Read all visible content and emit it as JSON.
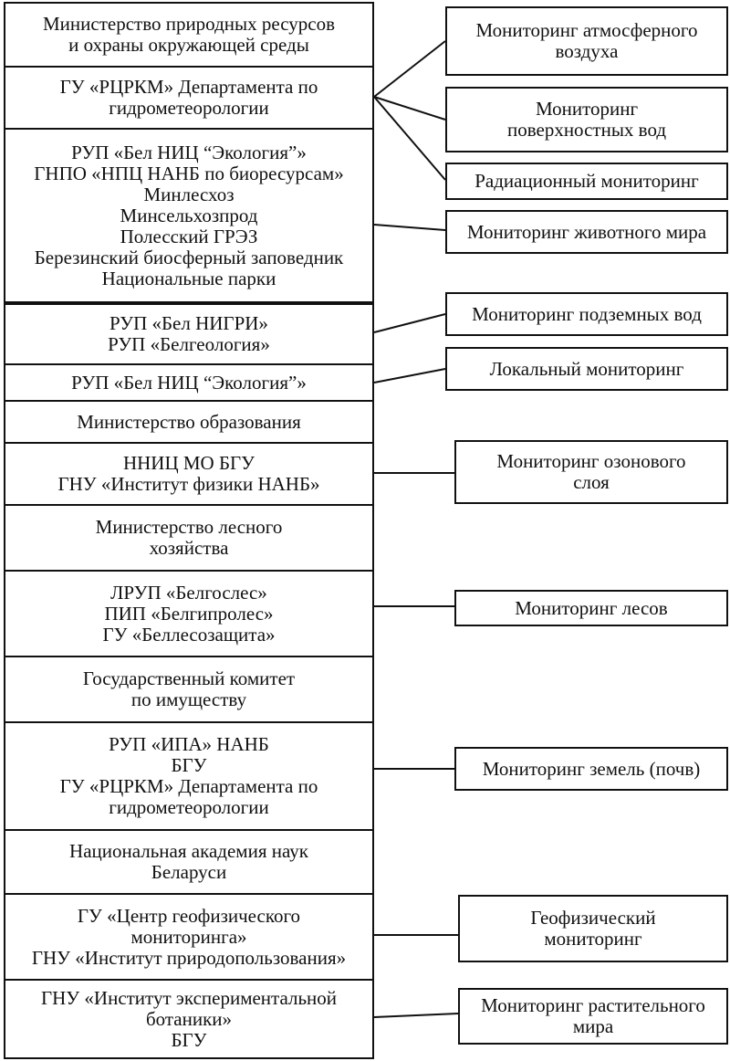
{
  "organizations": [
    {
      "id": "org1",
      "text": "Министерство природных ресурсов\nи охраны окружающей среды"
    },
    {
      "id": "org2",
      "text": "ГУ «РЦРКМ» Департамента по\nгидрометеорологии"
    },
    {
      "id": "org3",
      "text": "РУП «Бел НИЦ “Экология”»\nГНПО «НПЦ НАНБ по биоресурсам»\nМинлесхоз\nМинсельхозпрод\nПолесский ГРЭЗ\nБерезинский   биосферный заповедник\nНациональные парки"
    },
    {
      "id": "org4",
      "text": "РУП «Бел НИГРИ»\nРУП «Белгеология»"
    },
    {
      "id": "org5",
      "text": "РУП «Бел НИЦ “Экология”»"
    },
    {
      "id": "org6",
      "text": "Министерство образования"
    },
    {
      "id": "org7",
      "text": "ННИЦ МО БГУ\nГНУ «Институт физики НАНБ»"
    },
    {
      "id": "org8",
      "text": "Министерство лесного\nхозяйства"
    },
    {
      "id": "org9",
      "text": "ЛРУП «Белгослес»\nПИП «Белгипролес»\nГУ «Беллесозащита»"
    },
    {
      "id": "org10",
      "text": "Государственный комитет\nпо имуществу"
    },
    {
      "id": "org11",
      "text": "РУП «ИПА» НАНБ\nБГУ\nГУ «РЦРКМ» Департамента по\nгидрометеорологии"
    },
    {
      "id": "org12",
      "text": "Национальная академия наук\nБеларуси"
    },
    {
      "id": "org13",
      "text": "ГУ «Центр геофизического\nмониторинга»\nГНУ «Институт природопользования»"
    },
    {
      "id": "org14",
      "text": "ГНУ «Институт экспериментальной\nботаники»\nБГУ"
    }
  ],
  "monitoring": [
    {
      "id": "mon1",
      "text": "Мониторинг атмосферного\nвоздуха"
    },
    {
      "id": "mon2",
      "text": "Мониторинг\nповерхностных вод"
    },
    {
      "id": "mon3",
      "text": "Радиационный мониторинг"
    },
    {
      "id": "mon4",
      "text": "Мониторинг животного мира"
    },
    {
      "id": "mon5",
      "text": "Мониторинг подземных вод"
    },
    {
      "id": "mon6",
      "text": "Локальный мониторинг"
    },
    {
      "id": "mon7",
      "text": "Мониторинг озонового\nслоя"
    },
    {
      "id": "mon8",
      "text": "Мониторинг лесов"
    },
    {
      "id": "mon9",
      "text": "Мониторинг земель (почв)"
    },
    {
      "id": "mon10",
      "text": "Геофизический\nмониторинг"
    },
    {
      "id": "mon11",
      "text": "Мониторинг растительного\nмира"
    }
  ],
  "links": [
    [
      "org2",
      "mon1"
    ],
    [
      "org2",
      "mon2"
    ],
    [
      "org2",
      "mon3"
    ],
    [
      "org3",
      "mon4"
    ],
    [
      "org4",
      "mon5"
    ],
    [
      "org5",
      "mon6"
    ],
    [
      "org7",
      "mon7"
    ],
    [
      "org9",
      "mon8"
    ],
    [
      "org11",
      "mon9"
    ],
    [
      "org13",
      "mon10"
    ],
    [
      "org14",
      "mon11"
    ]
  ]
}
